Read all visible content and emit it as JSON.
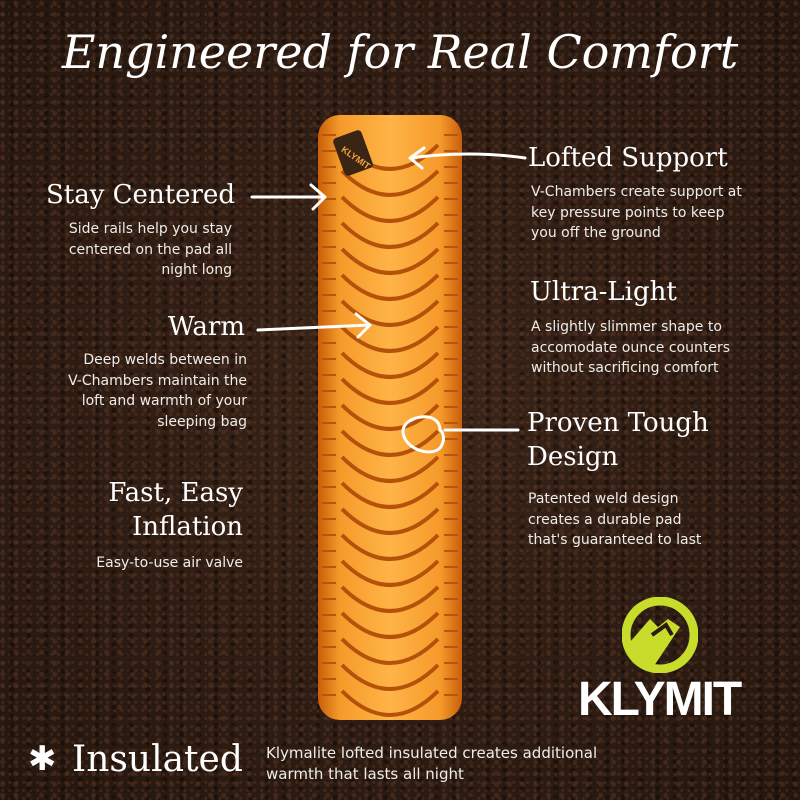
{
  "title": "Engineered for Real Comfort",
  "features": {
    "stay_centered": {
      "heading": "Stay Centered",
      "lines": [
        "Side rails help you stay",
        "centered on the pad all",
        "night long"
      ]
    },
    "warm": {
      "heading": "Warm",
      "lines": [
        "Deep welds between in",
        "V-Chambers maintain the",
        "loft and warmth of your",
        "sleeping bag"
      ]
    },
    "fast_easy": {
      "heading_lines": [
        "Fast, Easy",
        "Inflation"
      ],
      "lines": [
        "Easy-to-use air valve"
      ]
    },
    "lofted_support": {
      "heading": "Lofted Support",
      "lines": [
        "V-Chambers create support at",
        "key pressure points to keep",
        "you off the ground"
      ]
    },
    "ultra_light": {
      "heading": "Ultra-Light",
      "lines": [
        "A slightly slimmer shape to",
        "accomodate ounce counters",
        "without sacrificing comfort"
      ]
    },
    "proven_tough": {
      "heading_lines": [
        "Proven Tough",
        "Design"
      ],
      "lines": [
        "Patented weld design",
        "creates a durable pad",
        "that's guaranteed to last"
      ]
    },
    "insulated": {
      "heading": "Insulated",
      "lines": [
        "Klymalite lofted insulated creates additional",
        "warmth that lasts all night"
      ]
    }
  },
  "brand": {
    "name": "KLYMIT",
    "pad_label": "KLYMIT",
    "accent": "#c8dc2c",
    "pad_color": "#f08a1c"
  }
}
